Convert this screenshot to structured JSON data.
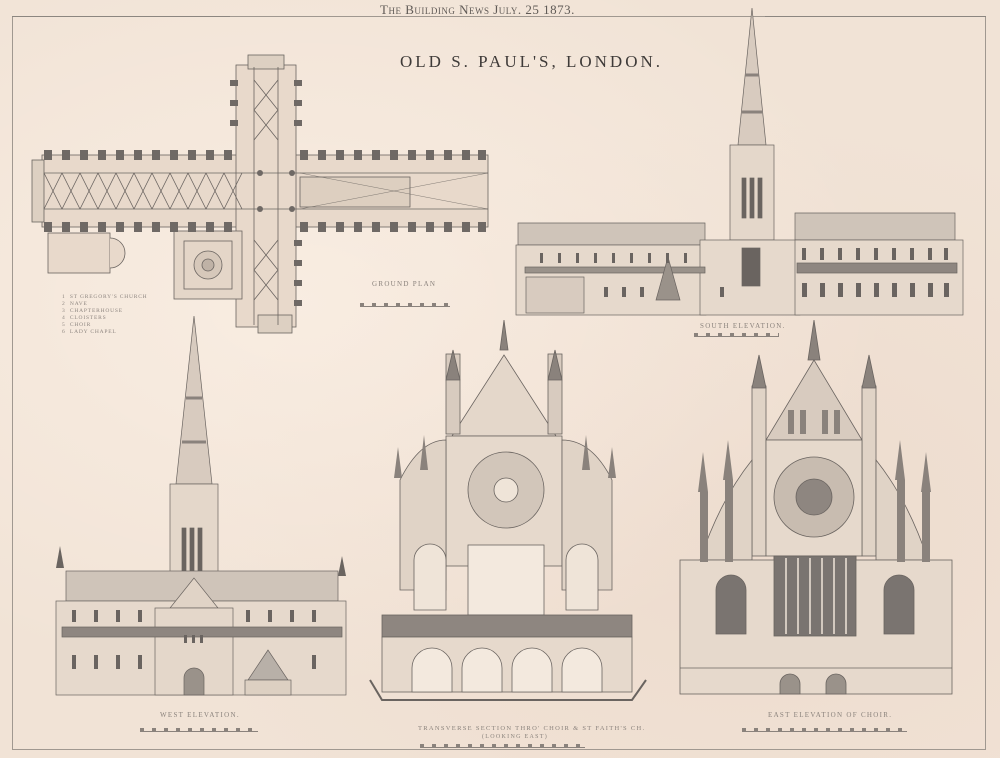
{
  "header": {
    "publication": "The Building News",
    "date": "July 25 1873",
    "full": "The Building News July. 25 1873."
  },
  "plate_title": "OLD S. PAUL'S, LONDON.",
  "drawings": {
    "ground_plan": {
      "caption": "Ground Plan",
      "legend": [
        {
          "num": "1",
          "label": "St Gregory's Church"
        },
        {
          "num": "2",
          "label": "Nave"
        },
        {
          "num": "3",
          "label": "Chapterhouse"
        },
        {
          "num": "4",
          "label": "Cloisters"
        },
        {
          "num": "5",
          "label": "Choir"
        },
        {
          "num": "6",
          "label": "Lady Chapel"
        }
      ]
    },
    "south_elevation": {
      "caption": "South Elevation."
    },
    "west_elevation": {
      "caption": "West Elevation."
    },
    "transverse_section": {
      "caption": "Transverse Section thro' Choir & St Faith's Ch.",
      "subcaption": "(Looking East)"
    },
    "east_elevation": {
      "caption": "East Elevation of Choir."
    }
  },
  "colors": {
    "paper": "#f1e3d6",
    "ink": "#4a4644",
    "ink_light": "#8a827c",
    "fill_dark": "#7a7470",
    "fill_mid": "#b8b0a8"
  }
}
